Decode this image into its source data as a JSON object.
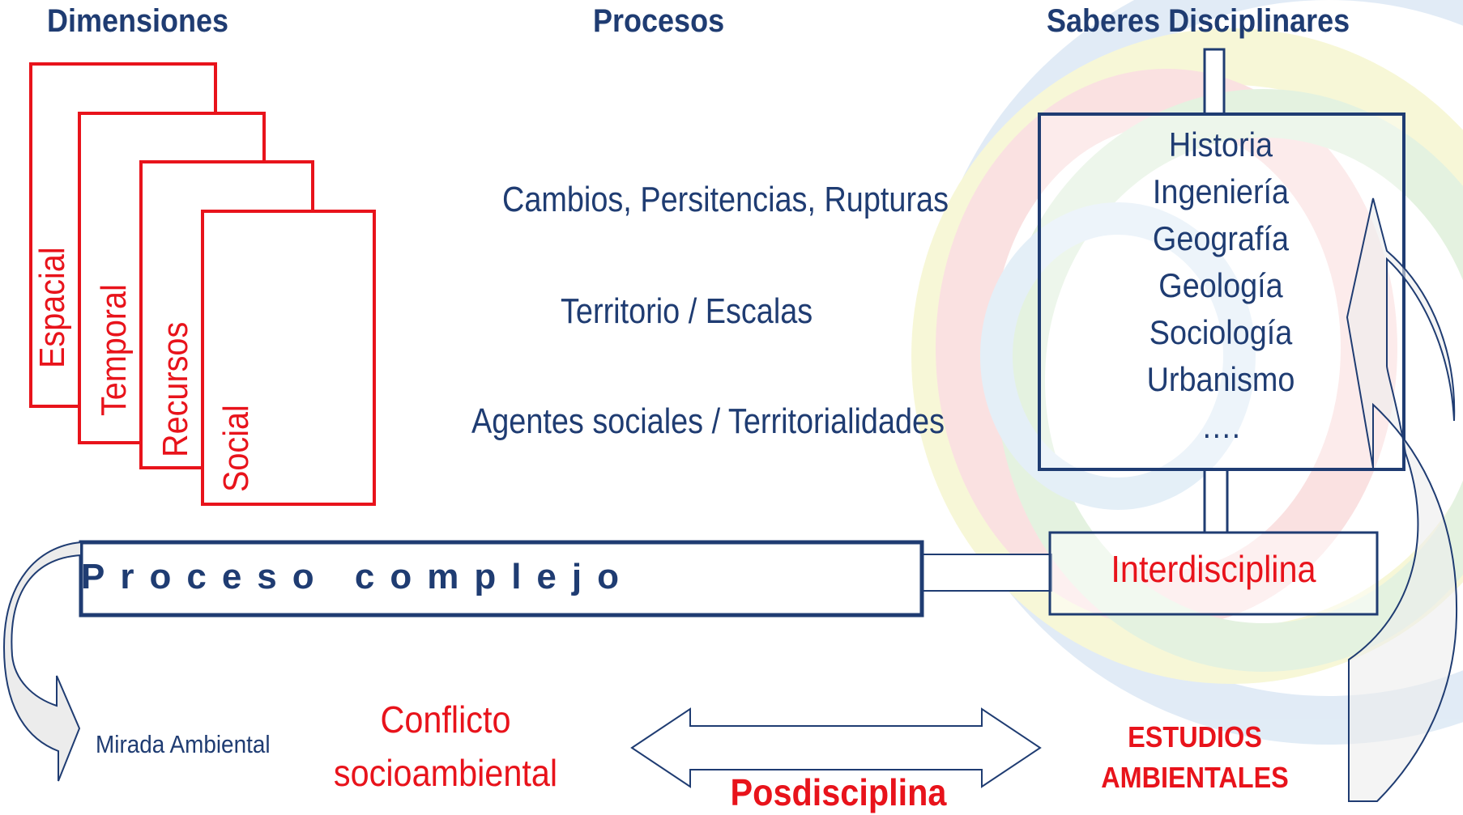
{
  "headers": {
    "dimensiones": "Dimensiones",
    "procesos": "Procesos",
    "saberes": "Saberes Disciplinares"
  },
  "dimensions": [
    "Espacial",
    "Temporal",
    "Recursos",
    "Social"
  ],
  "processes": [
    "Cambios, Persitencias, Rupturas",
    "Territorio   /   Escalas",
    "Agentes sociales  / Territorialidades"
  ],
  "disciplines": [
    "Historia",
    "Ingeniería",
    "Geografía",
    "Geología",
    "Sociología",
    "Urbanismo",
    "…."
  ],
  "proceso_complejo": "Proceso complejo",
  "interdisciplina": "Interdisciplina",
  "mirada_ambiental": "Mirada Ambiental",
  "conflicto": [
    "Conflicto",
    "socioambiental"
  ],
  "posdisciplina": "Posdisciplina",
  "estudios": [
    "ESTUDIOS",
    "AMBIENTALES"
  ],
  "colors": {
    "navy": "#1f3c72",
    "red": "#e8131b"
  }
}
